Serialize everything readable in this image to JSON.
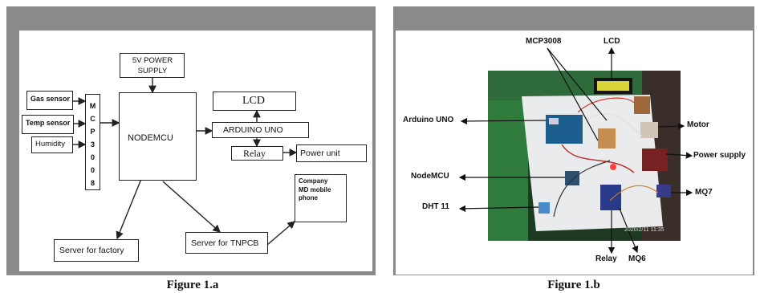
{
  "figure_a": {
    "caption": "Figure 1.a",
    "power_supply": "5V POWER SUPPLY",
    "nodemcu": "NODEMCU",
    "gas_sensor": "Gas sensor",
    "temp_sensor": "Temp sensor",
    "humidity": "Humidity",
    "mcp_letters": [
      "M",
      "C",
      "P",
      "3",
      "0",
      "0",
      "8"
    ],
    "lcd": "LCD",
    "arduino": "ARDUINO UNO",
    "relay": "Relay",
    "power_unit": "Power unit",
    "company": "Company MD mobile phone",
    "server_factory": "Server for factory",
    "server_tnpcb": "Server for TNPCB"
  },
  "figure_b": {
    "caption": "Figure 1.b",
    "labels": {
      "mcp3008": "MCP3008",
      "lcd": "LCD",
      "arduino": "Arduino UNO",
      "motor": "Motor",
      "power_supply": "Power supply",
      "nodemcu": "NodeMCU",
      "mq7": "MQ7",
      "dht11": "DHT 11",
      "relay": "Relay",
      "mq6": "MQ6"
    },
    "timestamp": "2020/2/11 11:35"
  }
}
